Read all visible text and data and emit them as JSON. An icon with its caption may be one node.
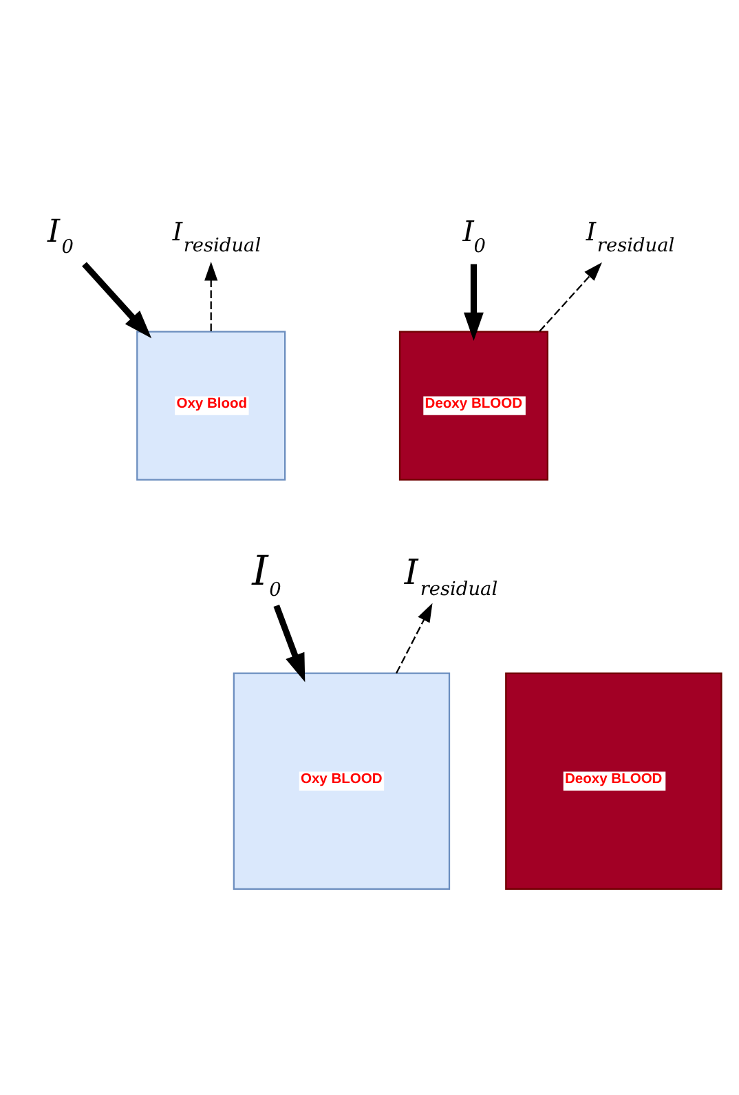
{
  "diagram": {
    "nodes": [
      {
        "text": [
          "I$_{0}$"
        ]
      },
      {
        "text": [
          "I$_{residual}$"
        ]
      },
      {
        "text": [
          "Oxy Blood"
        ]
      },
      {
        "text": [
          "I$_{0}$"
        ]
      },
      {
        "text": [
          "I$_{residual}$"
        ]
      },
      {
        "text": [
          "Deoxy BLOOD"
        ]
      },
      {
        "text": [
          "I$_{0}$"
        ]
      },
      {
        "text": [
          "I$_{residual}$"
        ]
      },
      {
        "text": [
          "Oxy BLOOD"
        ]
      },
      {
        "text": [
          "Deoxy BLOOD"
        ]
      }
    ],
    "edges": [
      {
        "from": 0,
        "to": 2,
        "arrow": "to",
        "style": "thick"
      },
      {
        "from": 2,
        "to": 1,
        "arrow": "to",
        "style": "dashed"
      },
      {
        "from": 3,
        "to": 5,
        "arrow": "to",
        "style": "thick"
      },
      {
        "from": 5,
        "to": 4,
        "arrow": "to",
        "style": "dashed"
      },
      {
        "from": 6,
        "to": 8,
        "arrow": "to",
        "style": "thick"
      },
      {
        "from": 8,
        "to": 7,
        "arrow": "to",
        "style": "dashed"
      }
    ]
  }
}
